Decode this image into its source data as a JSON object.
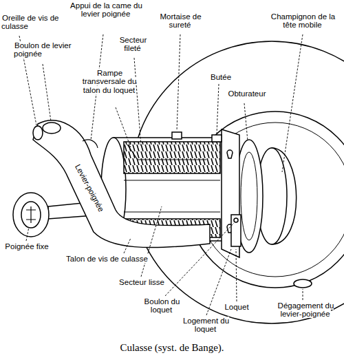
{
  "diagram": {
    "caption": "Culasse (syst. de Bange).",
    "labels": [
      "Oreille de vis de culasse",
      "Boulon de levier poignée",
      "Appui de la came du levier poignée",
      "Secteur fileté",
      "Mortaise de sureté",
      "Champignon de la tête mobile",
      "Rampe transversale du talon du loquet",
      "Butée",
      "Obturateur",
      "Levier-poignée",
      "Poignée fixe",
      "Talon de vis de culasse",
      "Secteur lisse",
      "Boulon du loquet",
      "Loquet",
      "Dégagement du levier-poignée",
      "Logement du loquet"
    ]
  }
}
